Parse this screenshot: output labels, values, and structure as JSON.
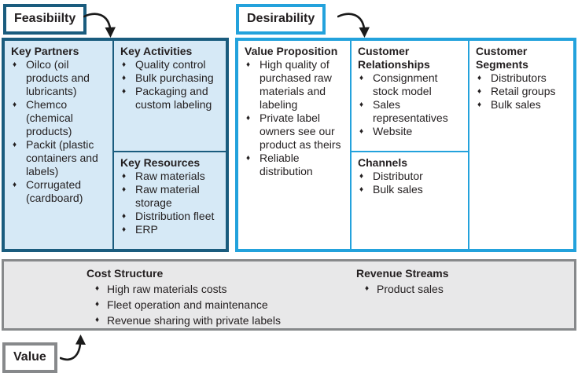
{
  "labels": {
    "feasibility_tag": "Feasibiilty",
    "desirability_tag": "Desirability",
    "value_tag": "Value"
  },
  "bullet_glyph": "♦",
  "colors": {
    "feasibility_accent": "#1a5c7e",
    "feasibility_fill": "#d6e9f6",
    "desirability_accent": "#23a2dc",
    "value_accent": "#87898b",
    "value_fill": "#e8e8e9",
    "text": "#231f20",
    "arrow": "#1a1a1a"
  },
  "sections": {
    "key_partners": {
      "title": "Key Partners",
      "items": [
        "Oilco (oil products and lubricants)",
        "Chemco (chemical products)",
        "Packit (plastic containers and labels)",
        "Corrugated (cardboard)"
      ]
    },
    "key_activities": {
      "title": "Key Activities",
      "items": [
        "Quality control",
        "Bulk purchasing",
        "Packaging and custom labeling"
      ]
    },
    "key_resources": {
      "title": "Key Resources",
      "items": [
        "Raw materials",
        "Raw material storage",
        "Distribution fleet",
        "ERP"
      ]
    },
    "value_proposition": {
      "title": "Value Proposition",
      "items": [
        "High quality of purchased raw materials and labeling",
        "Private label owners see our product as theirs",
        "Reliable distribution"
      ]
    },
    "customer_relationships": {
      "title": "Customer Relationships",
      "items": [
        "Consignment stock model",
        "Sales representatives",
        "Website"
      ]
    },
    "channels": {
      "title": "Channels",
      "items": [
        "Distributor",
        "Bulk sales"
      ]
    },
    "customer_segments": {
      "title": "Customer Segments",
      "items": [
        "Distributors",
        "Retail groups",
        "Bulk sales"
      ]
    },
    "cost_structure": {
      "title": "Cost Structure",
      "items": [
        "High raw materials costs",
        "Fleet operation and maintenance",
        "Revenue sharing with private labels"
      ]
    },
    "revenue_streams": {
      "title": "Revenue Streams",
      "items": [
        "Product sales"
      ]
    }
  }
}
